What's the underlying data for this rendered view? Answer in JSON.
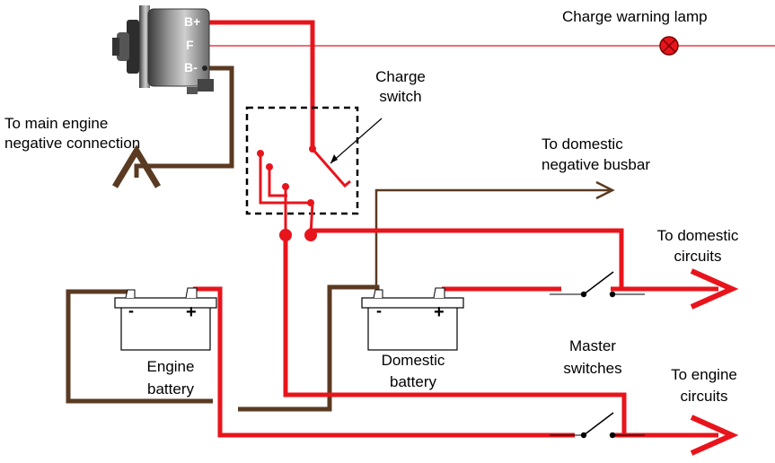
{
  "labels": {
    "charge_warning_lamp": "Charge warning lamp",
    "charge_switch_line1": "Charge",
    "charge_switch_line2": "switch",
    "main_engine_neg_line1": "To main engine",
    "main_engine_neg_line2": "negative connection",
    "domestic_neg_line1": "To domestic",
    "domestic_neg_line2": "negative busbar",
    "domestic_circuits_line1": "To domestic",
    "domestic_circuits_line2": "circuits",
    "engine_circuits_line1": "To engine",
    "engine_circuits_line2": "circuits",
    "master_switches_line1": "Master",
    "master_switches_line2": "switches",
    "engine_battery_line1": "Engine",
    "engine_battery_line2": "battery",
    "domestic_battery_line1": "Domestic",
    "domestic_battery_line2": "battery"
  },
  "alternator": {
    "terminal_b_plus": "B+",
    "terminal_f": "F",
    "terminal_b_minus": "B-"
  },
  "engine_battery": {
    "neg": "-",
    "pos": "+"
  },
  "domestic_battery": {
    "neg": "-",
    "pos": "+"
  },
  "colors": {
    "positive_wire": "#e8141c",
    "negative_wire": "#5a3a22",
    "lamp": "#e8141c",
    "switch_box": "#000000"
  }
}
